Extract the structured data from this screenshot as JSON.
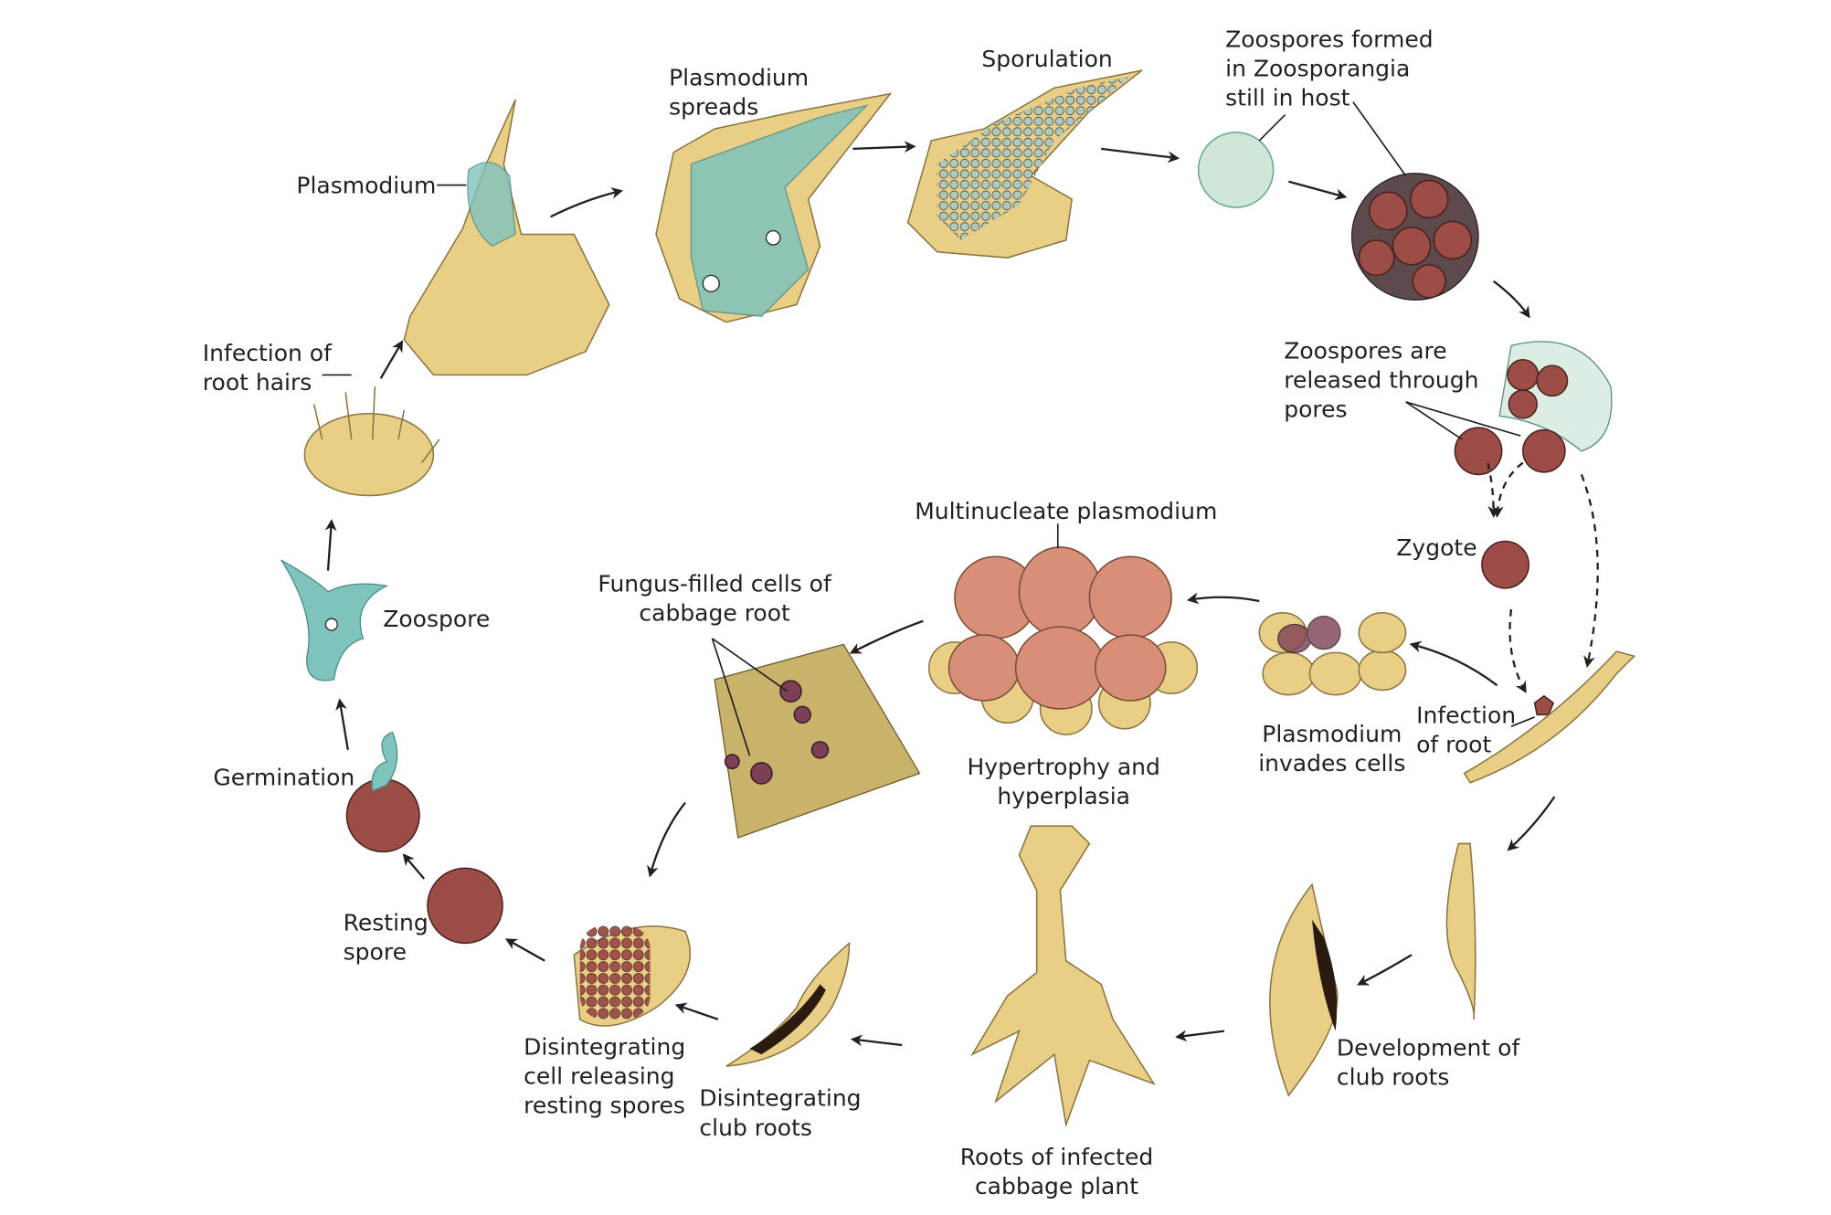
{
  "diagram": {
    "labels": {
      "plasmodium": "Plasmodium",
      "plasmodium_spreads": [
        "Plasmodium",
        "spreads"
      ],
      "sporulation": "Sporulation",
      "zoospores_formed": [
        "Zoospores formed",
        "in Zoosporangia",
        "still in host"
      ],
      "zoospores_released": [
        "Zoospores are",
        "released through",
        "pores"
      ],
      "zygote": "Zygote",
      "infection_of_root": [
        "Infection",
        "of root"
      ],
      "plasmodium_invades": [
        "Plasmodium",
        "invades cells"
      ],
      "multinucleate": "Multinucleate plasmodium",
      "hypertrophy": [
        "Hypertrophy and",
        "hyperplasia"
      ],
      "fungus_filled": [
        "Fungus-filled cells of",
        "cabbage root"
      ],
      "development": [
        "Development of",
        "club roots"
      ],
      "roots_infected": [
        "Roots of infected",
        "cabbage plant"
      ],
      "disintegrating_club": [
        "Disintegrating",
        "club roots"
      ],
      "disintegrating_cell": [
        "Disintegrating",
        "cell releasing",
        "resting spores"
      ],
      "resting_spore": [
        "Resting",
        "spore"
      ],
      "germination": "Germination",
      "zoospore": "Zoospore",
      "infection_root_hairs": [
        "Infection of",
        "root hairs"
      ]
    },
    "colors": {
      "tan": "#e9cf86",
      "teal": "#7fc3bd",
      "spore": "#9c4e46",
      "text": "#231f20"
    }
  }
}
